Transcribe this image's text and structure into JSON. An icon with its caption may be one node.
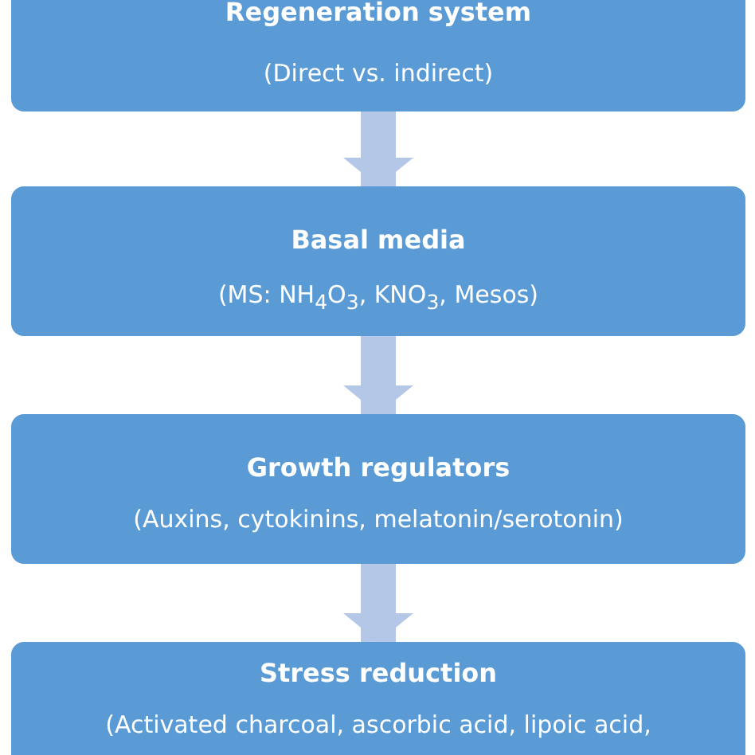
{
  "diagram": {
    "nodes": [
      {
        "text": [
          "Regeneration system",
          "(Direct vs. indirect)"
        ]
      },
      {
        "text": [
          "Basal media",
          "(MS: NH$_{4}$O$_{3}$, KNO$_{3}$, Mesos)"
        ]
      },
      {
        "text": [
          "Growth regulators",
          "(Auxins, cytokinins, melatonin/serotonin)"
        ]
      },
      {
        "text": [
          "Stress reduction",
          "(Activated charcoal, ascorbic acid, lipoic acid,"
        ]
      }
    ],
    "edges": [
      {
        "from": 0,
        "to": 1,
        "arrow": "to"
      },
      {
        "from": 1,
        "to": 2,
        "arrow": "to"
      },
      {
        "from": 2,
        "to": 3,
        "arrow": "to"
      }
    ]
  }
}
